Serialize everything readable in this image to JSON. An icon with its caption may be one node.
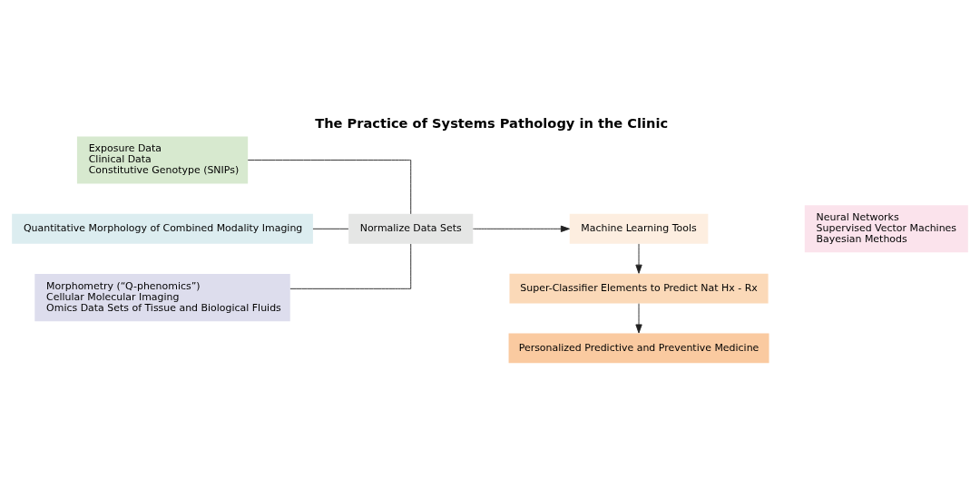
{
  "diagram": {
    "title": "The Practice of Systems Pathology in the Clinic",
    "nodes": [
      {
        "text": [
          "Exposure Data",
          "Clinical Data",
          "Constitutive Genotype (SNIPs)"
        ]
      },
      {
        "text": [
          "Quantitative Morphology of Combined Modality Imaging"
        ]
      },
      {
        "text": [
          "Morphometry (“Q-phenomics”)",
          "Cellular Molecular Imaging",
          "Omics Data Sets of Tissue and Biological Fluids"
        ]
      },
      {
        "text": [
          "Normalize Data Sets"
        ]
      },
      {
        "text": [
          "Machine Learning Tools"
        ]
      },
      {
        "text": [
          "Neural Networks",
          "Supervised Vector Machines",
          "Bayesian Methods"
        ]
      },
      {
        "text": [
          "Super-Classifier Elements to Predict Nat Hx - Rx"
        ]
      },
      {
        "text": [
          "Personalized Predictive and Preventive Medicine"
        ]
      }
    ],
    "edges": [
      {
        "from": 0,
        "to": 3,
        "arrow": "none"
      },
      {
        "from": 1,
        "to": 3,
        "arrow": "none"
      },
      {
        "from": 2,
        "to": 3,
        "arrow": "none"
      },
      {
        "from": 3,
        "to": 4,
        "arrow": "to"
      },
      {
        "from": 4,
        "to": 6,
        "arrow": "to"
      },
      {
        "from": 6,
        "to": 7,
        "arrow": "to"
      }
    ]
  }
}
